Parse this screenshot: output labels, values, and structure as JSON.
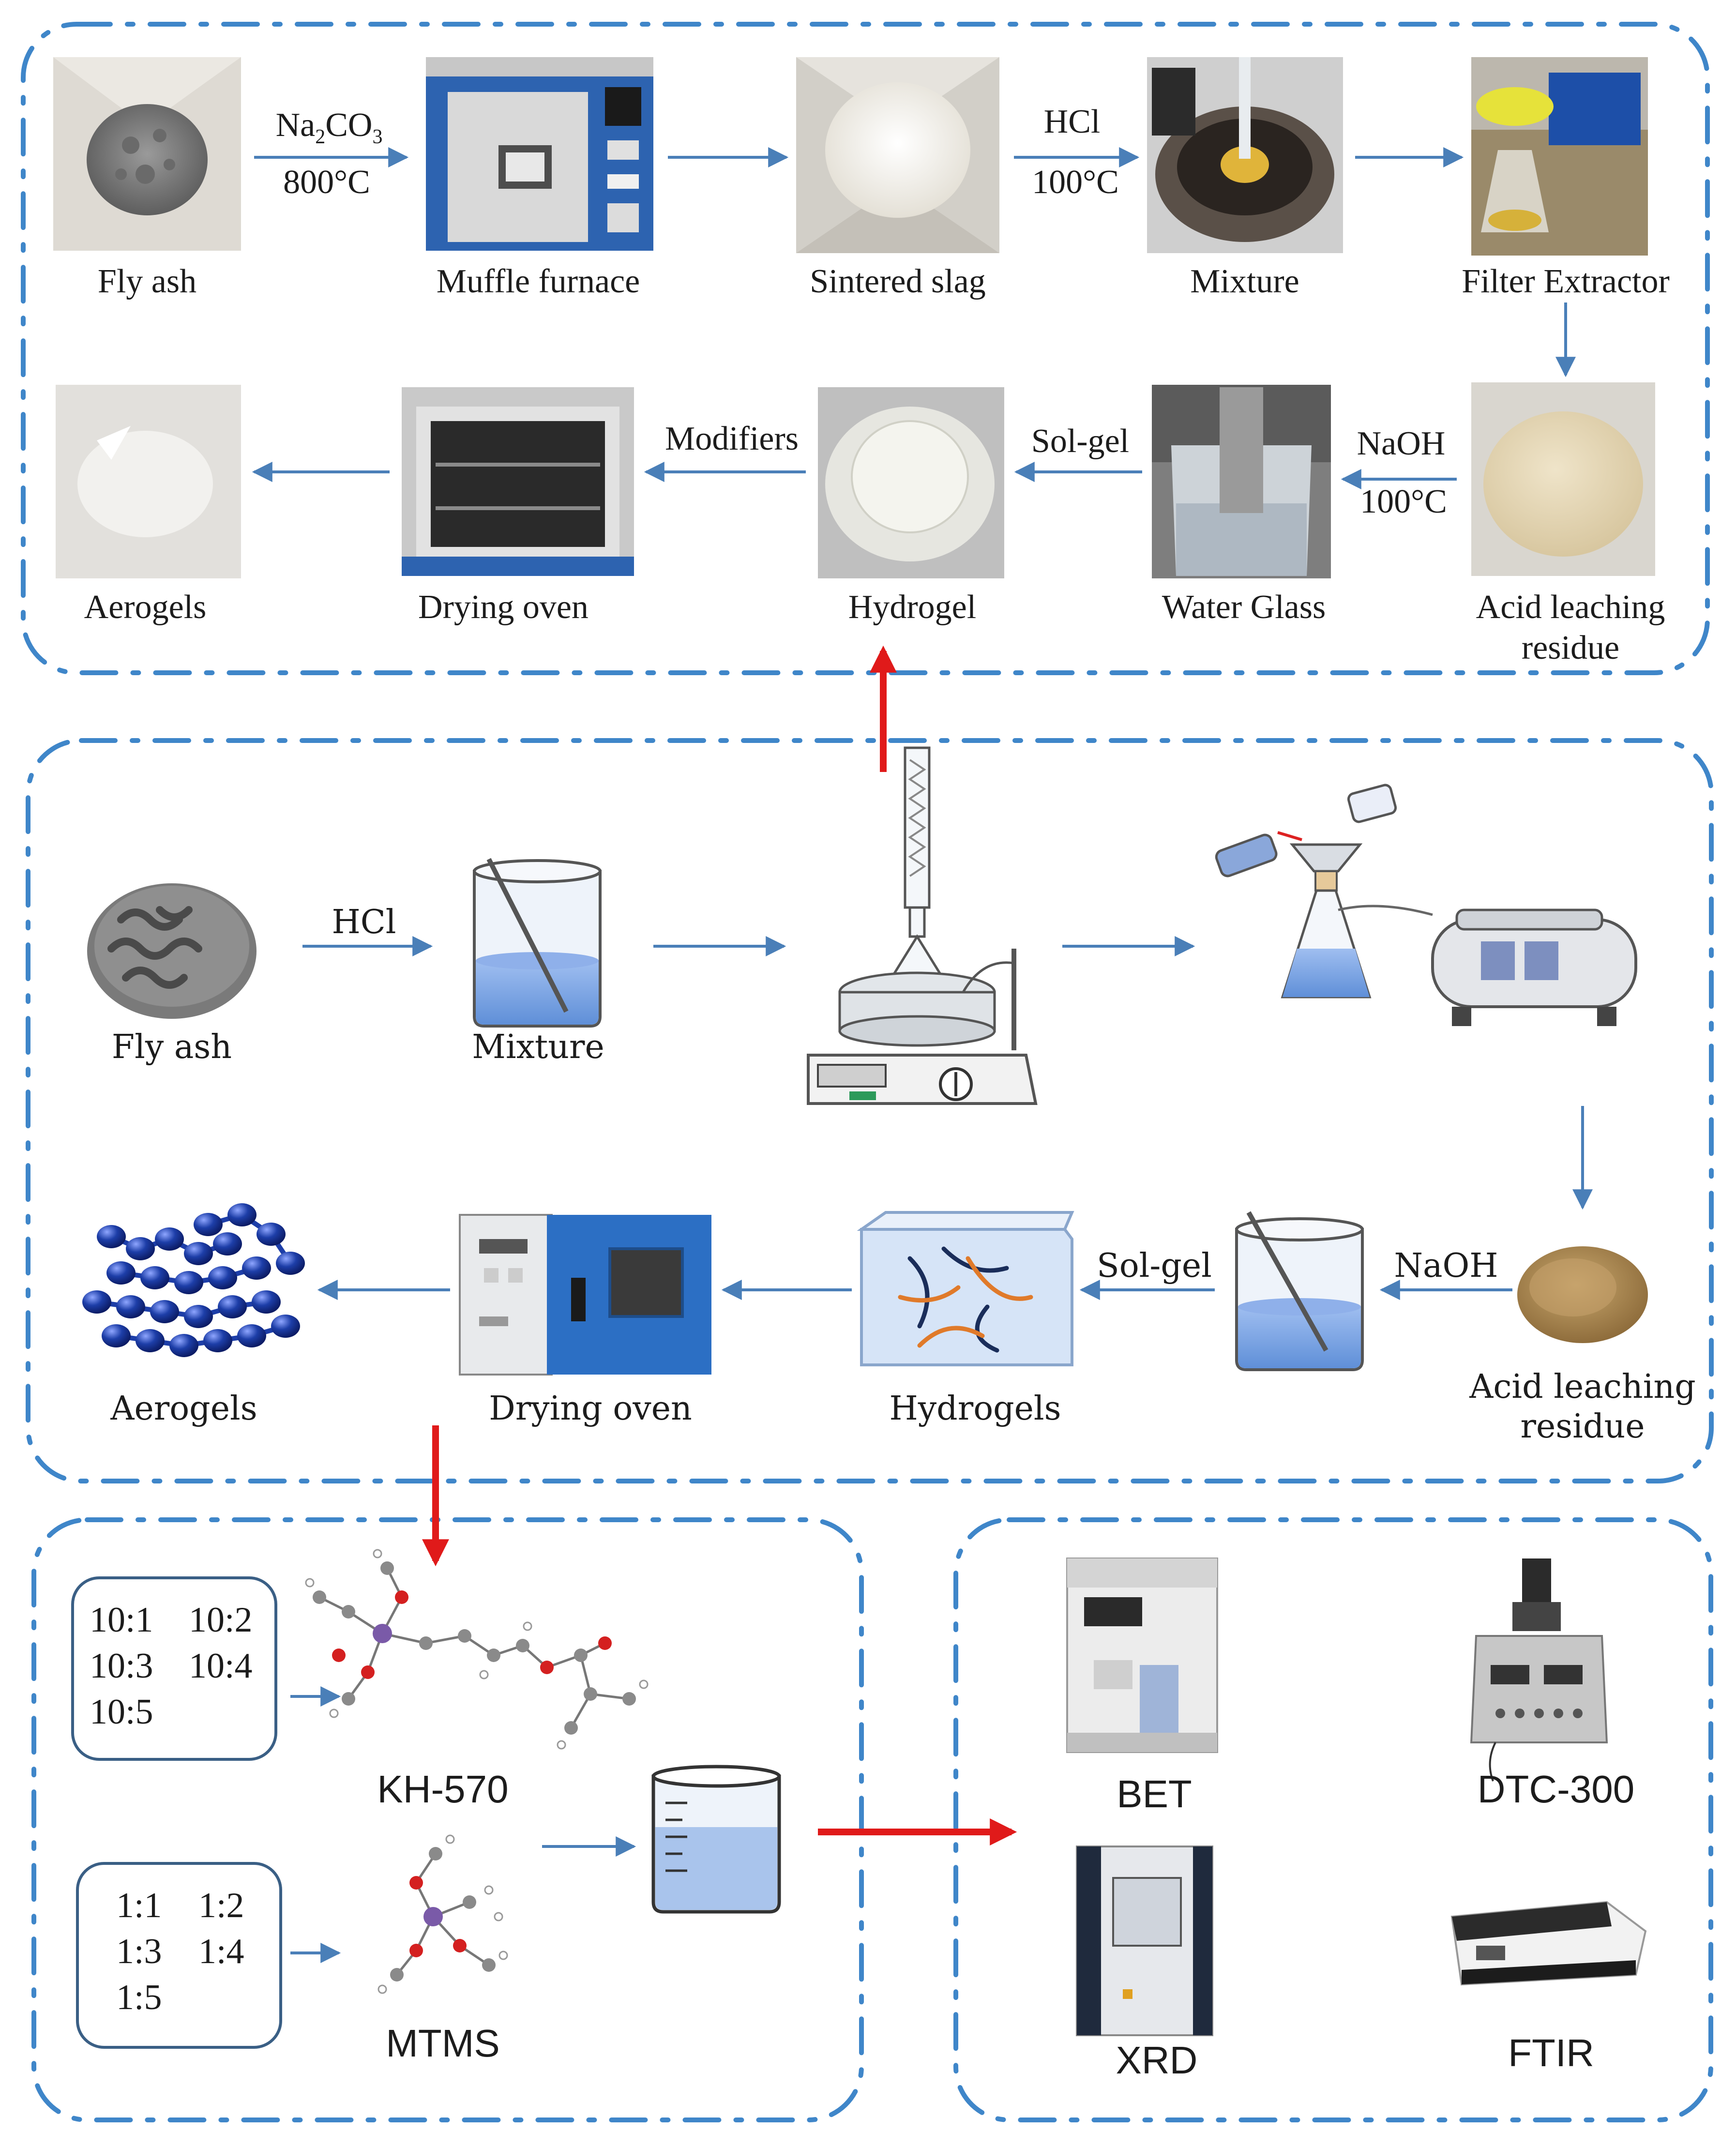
{
  "section1": {
    "labels": {
      "fly_ash": "Fly ash",
      "muffle_furnace": "Muffle furnace",
      "sintered_slag": "Sintered slag",
      "mixture": "Mixture",
      "filter_extractor": "Filter Extractor",
      "acid_leaching_residue_1": "Acid leaching",
      "acid_leaching_residue_2": "residue",
      "water_glass": "Water Glass",
      "hydrogel": "Hydrogel",
      "drying_oven": "Drying oven",
      "aerogels": "Aerogels"
    },
    "arrows": {
      "na2co3_main": "Na",
      "na2co3_sub2": "2",
      "na2co3_co": "CO",
      "na2co3_sub3": "3",
      "temp_800": "800°C",
      "hcl": "HCl",
      "temp_100a": "100°C",
      "naoh": "NaOH",
      "temp_100b": "100°C",
      "sol_gel": "Sol-gel",
      "modifiers": "Modifiers"
    }
  },
  "section2": {
    "labels": {
      "fly_ash": "Fly ash",
      "mixture": "Mixture",
      "acid_leaching_residue_1": "Acid leaching",
      "acid_leaching_residue_2": "residue",
      "hydrogels": "Hydrogels",
      "drying_oven": "Drying oven",
      "aerogels": "Aerogels"
    },
    "arrows": {
      "hcl": "HCl",
      "naoh": "NaOH",
      "sol_gel": "Sol-gel"
    }
  },
  "section3": {
    "kh570_ratios": [
      "10:1",
      "10:2",
      "10:3",
      "10:4",
      "10:5"
    ],
    "mtms_ratios": [
      "1:1",
      "1:2",
      "1:3",
      "1:4",
      "1:5"
    ],
    "kh570_label": "KH-570",
    "mtms_label": "MTMS"
  },
  "section4": {
    "bet": "BET",
    "dtc": "DTC-300",
    "xrd": "XRD",
    "ftir": "FTIR"
  },
  "colors": {
    "frame_dash": "#3f86c9",
    "arrow_blue": "#4a7fb8",
    "arrow_red": "#e01a1a",
    "liquid_blue": "#6f9fe0",
    "oven_blue": "#2c6fc4",
    "aerogel_blue": "#1d3ea8"
  }
}
